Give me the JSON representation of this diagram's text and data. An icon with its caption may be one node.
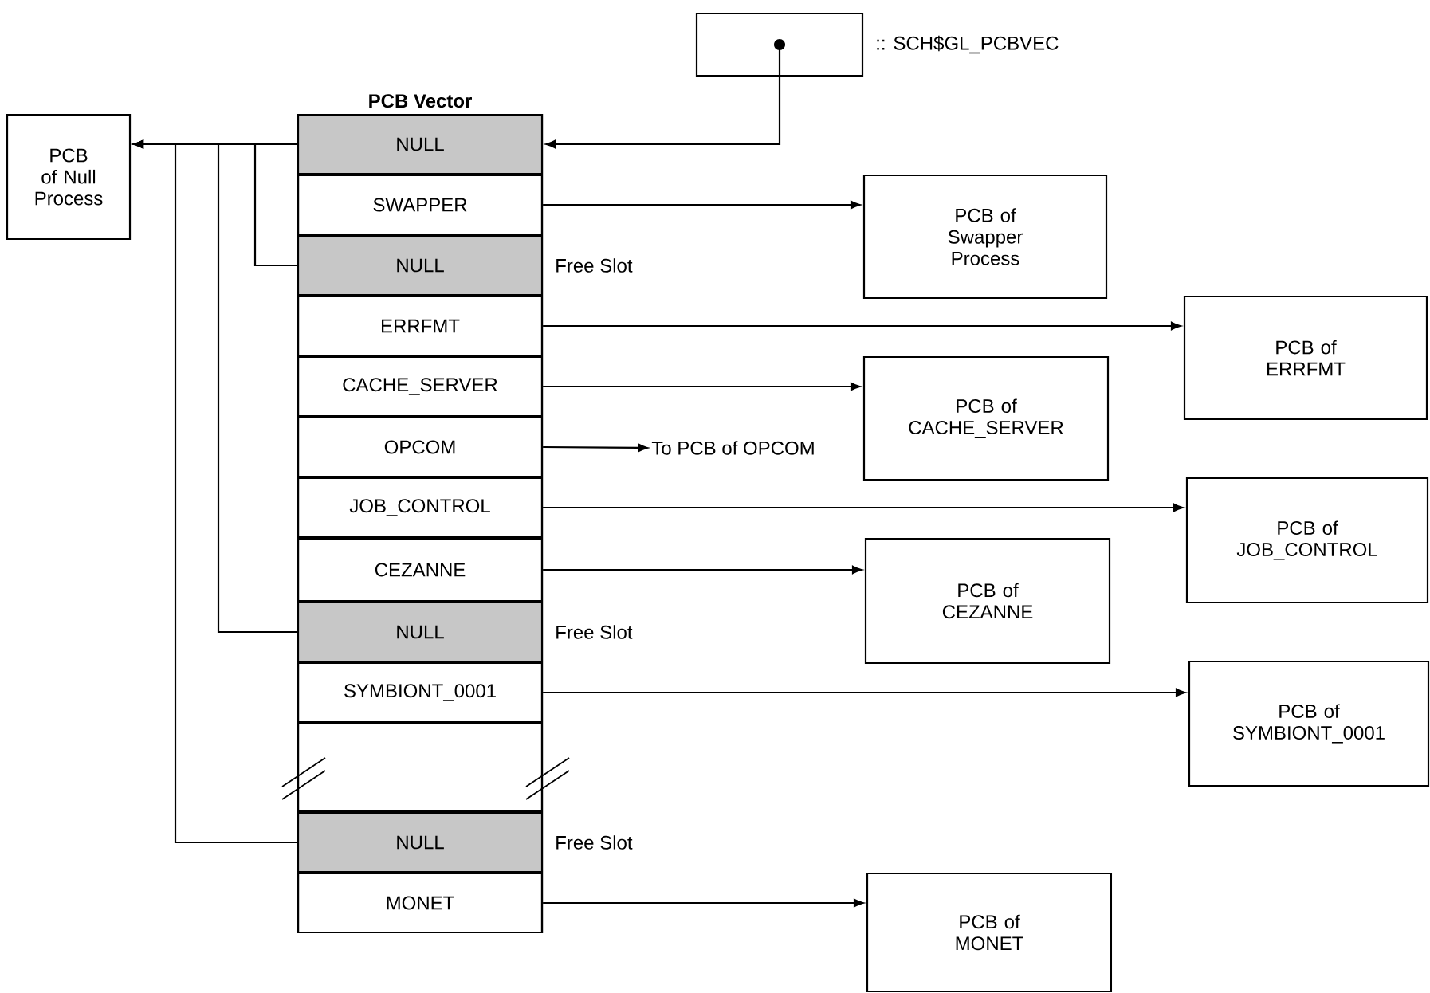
{
  "diagram": {
    "nodes": [
      {
        "text": [],
        "shape": "box",
        "beside": [
          ":: SCH$GL_PCBVEC"
        ]
      },
      {
        "text": [
          "PCB of Null Process"
        ]
      },
      {
        "text": [
          "PCB Vector"
        ]
      },
      {
        "text": [
          "NULL"
        ],
        "in": 2
      },
      {
        "text": [
          "SWAPPER"
        ],
        "in": 2
      },
      {
        "text": [
          "NULL"
        ],
        "in": 2,
        "beside": [
          "Free Slot"
        ]
      },
      {
        "text": [
          "ERRFMT"
        ],
        "in": 2
      },
      {
        "text": [
          "CACHE_SERVER"
        ],
        "in": 2
      },
      {
        "text": [
          "OPCOM"
        ],
        "in": 2
      },
      {
        "text": [
          "JOB_CONTROL"
        ],
        "in": 2
      },
      {
        "text": [
          "CEZANNE"
        ],
        "in": 2
      },
      {
        "text": [
          "NULL"
        ],
        "in": 2,
        "beside": [
          "Free Slot"
        ]
      },
      {
        "text": [
          "SYMBIONT_0001"
        ],
        "in": 2
      },
      {
        "text": [],
        "shape": "box",
        "in": 2
      },
      {
        "text": [
          "NULL"
        ],
        "in": 2,
        "beside": [
          "Free Slot"
        ]
      },
      {
        "text": [
          "MONET"
        ],
        "in": 2
      },
      {
        "text": [
          "PCB of Swapper Process"
        ]
      },
      {
        "text": [
          "PCB of ERRFMT"
        ]
      },
      {
        "text": [
          "PCB of CACHE_SERVER"
        ]
      },
      {
        "text": [
          "To PCB of OPCOM"
        ]
      },
      {
        "text": [
          "PCB of JOB_CONTROL"
        ]
      },
      {
        "text": [
          "PCB of CEZANNE"
        ]
      },
      {
        "text": [
          "PCB of SYMBIONT_0001"
        ]
      },
      {
        "text": [
          "PCB of MONET"
        ]
      }
    ],
    "edges": [
      {
        "from": 0,
        "to": 3,
        "arrow": "to"
      },
      {
        "from": 3,
        "to": 1,
        "arrow": "to"
      },
      {
        "from": 5,
        "to": 1,
        "arrow": "to"
      },
      {
        "from": 11,
        "to": 1,
        "arrow": "to"
      },
      {
        "from": 14,
        "to": 1,
        "arrow": "to"
      },
      {
        "from": 4,
        "to": 16,
        "arrow": "to"
      },
      {
        "from": 6,
        "to": 17,
        "arrow": "to"
      },
      {
        "from": 7,
        "to": 18,
        "arrow": "to"
      },
      {
        "from": 8,
        "to": 19,
        "arrow": "to"
      },
      {
        "from": 9,
        "to": 20,
        "arrow": "to"
      },
      {
        "from": 10,
        "to": 21,
        "arrow": "to"
      },
      {
        "from": 12,
        "to": 22,
        "arrow": "to"
      },
      {
        "from": 15,
        "to": 23,
        "arrow": "to"
      }
    ]
  }
}
